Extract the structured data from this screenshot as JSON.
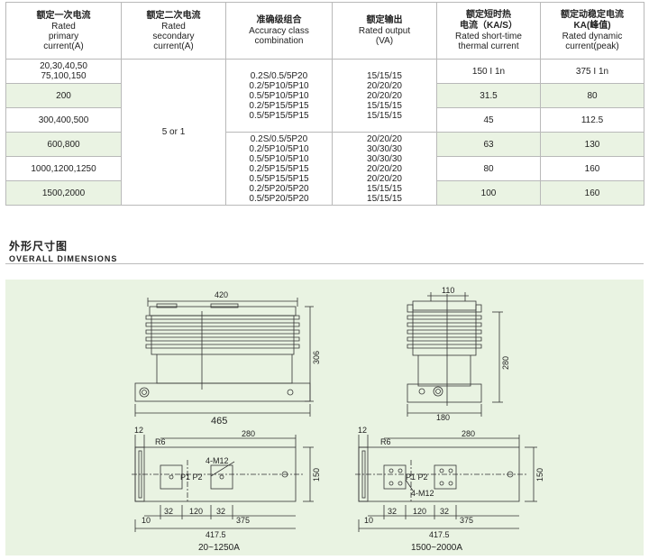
{
  "table": {
    "headers": [
      {
        "cn": "额定一次电流",
        "en": "Rated\nprimary\ncurrent(A)"
      },
      {
        "cn": "额定二次电流",
        "en": "Rated\nsecondary\ncurrent(A)"
      },
      {
        "cn": "准确级组合",
        "en": "Accuracy class\ncombination"
      },
      {
        "cn": "额定输出",
        "en": "Rated output\n(VA)"
      },
      {
        "cn": "额定短时热\n电流（KA/S）",
        "en": "Rated short-time\nthermal current"
      },
      {
        "cn": "额定动稳定电流\nKA(峰值)",
        "en": "Rated dynamic\ncurrent(peak)"
      }
    ],
    "rows": [
      {
        "primary": "20,30,40,50\n75,100,150",
        "thermal": "150 I 1n",
        "dynamic": "375 I 1n"
      },
      {
        "primary": "200",
        "thermal": "31.5",
        "dynamic": "80"
      },
      {
        "primary": "300,400,500",
        "thermal": "45",
        "dynamic": "112.5"
      },
      {
        "primary": "600,800",
        "thermal": "63",
        "dynamic": "130"
      },
      {
        "primary": "1000,1200,1250",
        "thermal": "80",
        "dynamic": "160"
      },
      {
        "primary": "1500,2000",
        "thermal": "100",
        "dynamic": "160"
      }
    ],
    "secondary": "5 or 1",
    "accuracy_group1": "0.2S/0.5/5P20\n0.2/5P10/5P10\n0.5/5P10/5P10\n0.2/5P15/5P15\n0.5/5P15/5P15",
    "output_group1": "15/15/15\n20/20/20\n20/20/20\n15/15/15\n15/15/15",
    "accuracy_group2": "0.2S/0.5/5P20\n0.2/5P10/5P10\n0.5/5P10/5P10\n0.2/5P15/5P15\n0.5/5P15/5P15\n0.2/5P20/5P20\n0.5/5P20/5P20",
    "output_group2": "20/20/20\n30/30/30\n30/30/30\n20/20/20\n20/20/20\n15/15/15\n15/15/15"
  },
  "section": {
    "title_cn": "外形尺寸图",
    "title_en": "OVERALL DIMENSIONS"
  },
  "drawings": {
    "front": {
      "top": "420",
      "bottom": "465",
      "height": "306"
    },
    "side": {
      "top": "110",
      "bottom": "180",
      "height": "280"
    },
    "plan_left": {
      "d12": "12",
      "r6": "R6",
      "d280": "280",
      "m12": "4-M12",
      "p1p2": "P1 P2",
      "d150": "150",
      "d10": "10",
      "d32a": "32",
      "d120": "120",
      "d32b": "32",
      "d375": "375",
      "d4175": "417.5",
      "caption": "20~1250A"
    },
    "plan_right": {
      "d12": "12",
      "r6": "R6",
      "d280": "280",
      "m12": "4-M12",
      "p1p2": "P1 P2",
      "d150": "150",
      "d10": "10",
      "d32a": "32",
      "d120": "120",
      "d32b": "32",
      "d375": "375",
      "d4175": "417.5",
      "caption": "1500~2000A"
    }
  }
}
